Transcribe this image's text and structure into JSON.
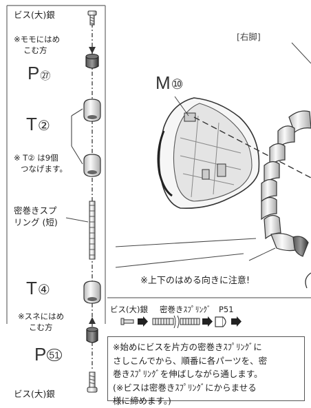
{
  "left_column": {
    "screw_top_label": "ビス(大)銀",
    "note_momo_line1": "※モモにはめ",
    "note_momo_line2": "こむ方",
    "part_p27": {
      "letter": "P",
      "number": "㉗"
    },
    "part_t2": {
      "letter": "T",
      "number": "②"
    },
    "note_t2_line1": "※ T② は9個",
    "note_t2_line2": "つなげます。",
    "spring_label_line1": "密巻きスプ",
    "spring_label_line2": "リング (短)",
    "part_t4": {
      "letter": "T",
      "number": "④"
    },
    "note_sune_line1": "※スネにはめ",
    "note_sune_line2": "こむ方",
    "part_p51": {
      "letter": "P",
      "number": "51"
    },
    "screw_bottom_label": "ビス(大)銀"
  },
  "right_area": {
    "leg_label": "[右脚]",
    "part_m10": {
      "letter": "M",
      "number": "⑩"
    },
    "caution_text": "※上下のはめる向きに注意!"
  },
  "assembly_row": {
    "screw_label": "ビス(大)銀",
    "spring_label": "密巻きｽﾌﾟﾘﾝｸﾞ",
    "p51_label": "P51"
  },
  "instruction_box": {
    "line1": "※始めにビスを片方の密巻きｽﾌﾟﾘﾝｸﾞに",
    "line2": "さしこんでから、順番に各パーツを、密",
    "line3": "巻きｽﾌﾟﾘﾝｸﾞを伸ばしながら通します。",
    "line4": "(※ビスは密巻きｽﾌﾟﾘﾝｸﾞにからませる",
    "line5": "様に締めます。)"
  }
}
